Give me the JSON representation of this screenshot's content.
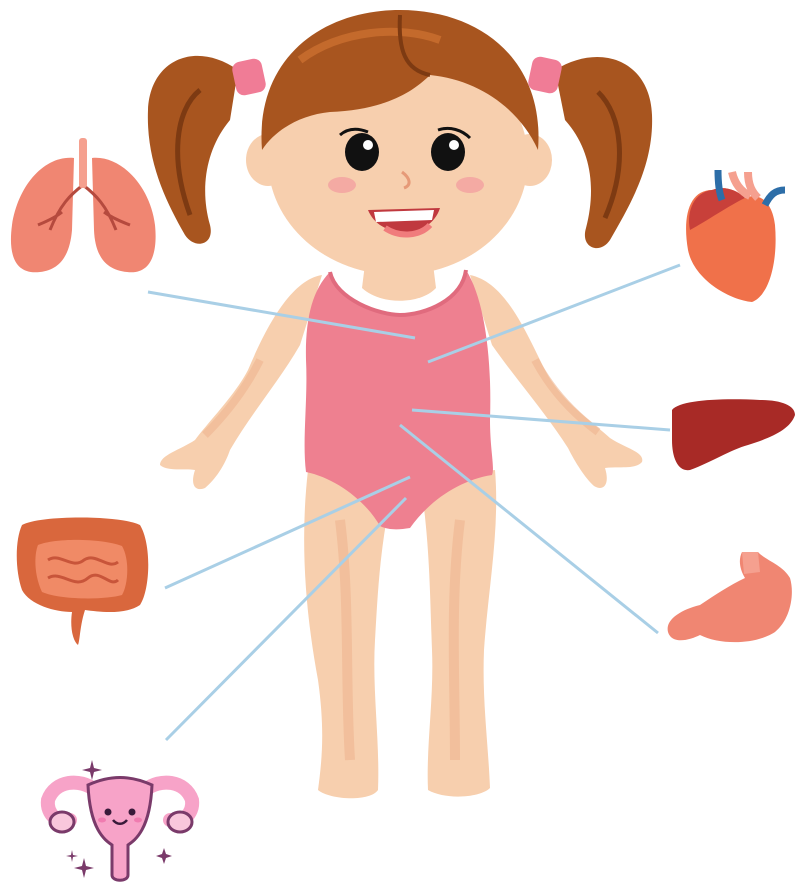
{
  "diagram": {
    "figure": "girl-in-swimsuit",
    "organs": [
      {
        "name": "lungs",
        "icon": "lungs-icon"
      },
      {
        "name": "heart",
        "icon": "heart-icon"
      },
      {
        "name": "liver",
        "icon": "liver-icon"
      },
      {
        "name": "intestines",
        "icon": "intestines-icon"
      },
      {
        "name": "stomach",
        "icon": "stomach-icon"
      },
      {
        "name": "uterus",
        "icon": "uterus-icon"
      }
    ],
    "connector_color": "#a9cfe6",
    "colors": {
      "skin": "#f7cfae",
      "skin_shade": "#eeb48f",
      "hair": "#a8551f",
      "hair_dark": "#7d3a12",
      "swimsuit": "#ee8090",
      "hair_tie": "#f07c96",
      "organ_pink": "#f08672",
      "liver": "#a82a26",
      "uterus": "#f7a3c8"
    }
  }
}
